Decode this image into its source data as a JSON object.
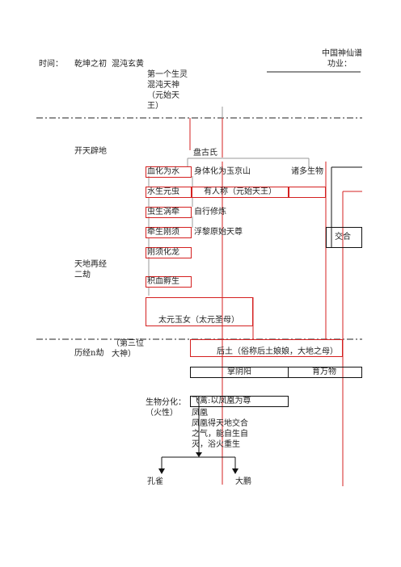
{
  "header": {
    "title": "中国神仙谱",
    "merit_label": "功业：",
    "time_label": "时间："
  },
  "era1": {
    "time": "乾坤之初",
    "chaos": "混沌玄黄",
    "first_spirit": [
      "第一个生灵",
      "混沌天神",
      "（元始天",
      "王）"
    ]
  },
  "era2": {
    "time": "开天辟地",
    "pangu": "盘古氏",
    "blood": "血化为水",
    "body": "身体化为玉京山",
    "gods": "诸多生物",
    "water_insect": "水生元虫",
    "human_name": "有人称（元始天王）",
    "insect_lead": "虫生涡牵",
    "self_cultivate": "自行修炼",
    "lead_steel": "牵生刚须",
    "fuli": "浮黎原始天尊",
    "steel_dragon": "刚须化龙",
    "jiaohe": "交合",
    "blood_hatch": "积血孵生",
    "second_kalpa": [
      "天地再经",
      "二劫"
    ],
    "taiyuan": "太元玉女（太元圣母）"
  },
  "era3": {
    "time": "历经n劫",
    "third": [
      "（第三位",
      "大神）"
    ],
    "houtu": "后土（俗称后土娘娘，大地之母）",
    "yinyang": "掌阴阳",
    "nurture": "育万物"
  },
  "birds": {
    "diff_label": [
      "生物分化：",
      "（火性）"
    ],
    "feiqin": "飞禽:以凤凰为尊",
    "phoenix": [
      "凤凰",
      "凤凰得天地交合",
      "之气，能自生自",
      "灭，浴火重生"
    ],
    "peacock": "孔雀",
    "dapeng": "大鹏"
  }
}
